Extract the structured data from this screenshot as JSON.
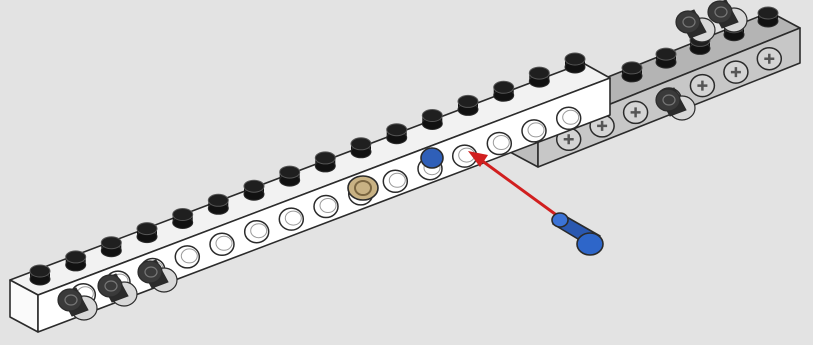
{
  "scene": {
    "background": "#e3e3e3",
    "outline": "#2b2b2b",
    "white_beam": {
      "face_color": "#ffffff",
      "hole_count": 15
    },
    "gray_beam": {
      "face_color": "#c7c7c7",
      "hole_count": 7,
      "hole_style": "axle-cross"
    },
    "studs": {
      "top_color": "#1f1f1f",
      "side_color": "#111111"
    },
    "black_pins": {
      "color": "#2b2b2b",
      "count_front": 3,
      "count_back": 3
    },
    "tan_pin": {
      "color": "#c8b284"
    },
    "blue_pin_inserted": {
      "color": "#2f5fb8"
    },
    "blue_pin_part": {
      "color": "#2e66c9"
    },
    "arrow": {
      "color": "#d11f1f"
    }
  }
}
